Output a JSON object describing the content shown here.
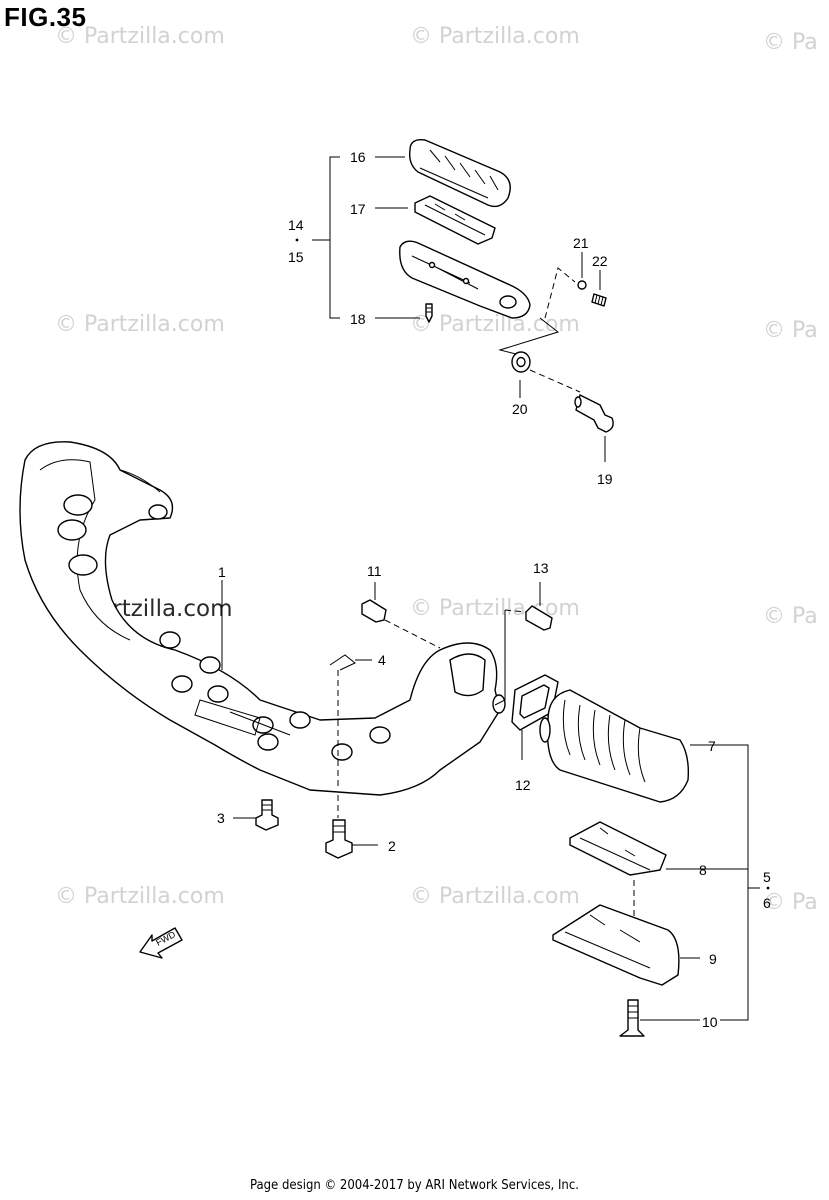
{
  "figure": {
    "title": "FIG.35"
  },
  "watermarks": {
    "faint": "© Partzilla.com",
    "faint_partial": "© Pa",
    "main": "© Partzilla.com"
  },
  "callouts": {
    "c1": "1",
    "c2": "2",
    "c3": "3",
    "c4": "4",
    "c5": "5",
    "c6": "6",
    "c7": "7",
    "c8": "8",
    "c9": "9",
    "c10": "10",
    "c11": "11",
    "c12": "12",
    "c13": "13",
    "c14": "14",
    "c15": "15",
    "c16": "16",
    "c17": "17",
    "c18": "18",
    "c19": "19",
    "c20": "20",
    "c21": "21",
    "c22": "22"
  },
  "fwd_label": "FWD",
  "footer": "Page design © 2004-2017 by ARI Network Services, Inc."
}
